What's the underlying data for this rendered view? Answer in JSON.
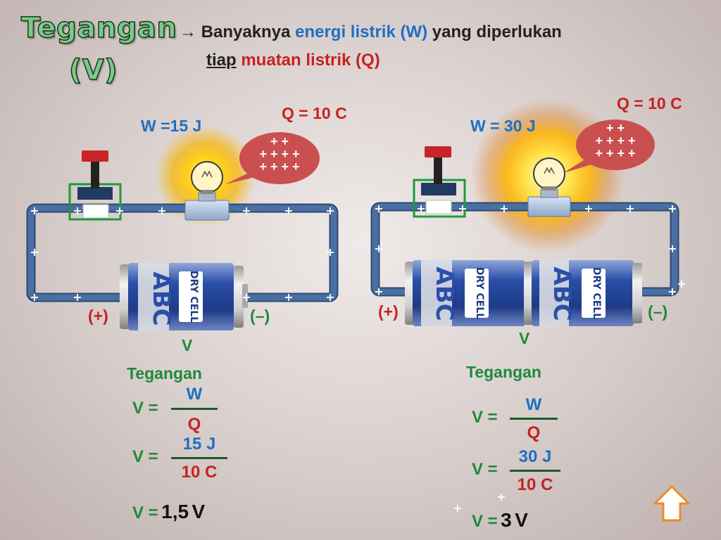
{
  "title": {
    "line1": "Tegangan",
    "line2": "(V)"
  },
  "definition": {
    "arrow": "→",
    "part1": "Banyaknya",
    "part2": "energi listrik (W)",
    "part3": "yang diperlukan",
    "part4": "tiap",
    "part5": "muatan listrik (Q)"
  },
  "left": {
    "w_label": "W =15 J",
    "q_label": "Q = 10 C",
    "bubble_charges": [
      "+ +",
      "+ + + +",
      "+ + + +"
    ],
    "pos_terminal": "(+)",
    "neg_terminal": "(–)",
    "v_label": "V",
    "tegangan": "Tegangan",
    "formula": {
      "lhs": "V =",
      "num": "W",
      "den": "Q"
    },
    "subst": {
      "lhs": "V =",
      "num": "15 J",
      "den": "10 C"
    },
    "result": {
      "lhs": "V =",
      "value": "1,5",
      "unit": "V"
    }
  },
  "right": {
    "w_label": "W = 30 J",
    "q_label": "Q = 10 C",
    "bubble_charges": [
      "+ +",
      "+ + + +",
      "+ + + +"
    ],
    "pos_terminal": "(+)",
    "neg_terminal": "(–)",
    "v_label": "V",
    "tegangan": "Tegangan",
    "formula": {
      "lhs": "V =",
      "num": "W",
      "den": "Q"
    },
    "subst": {
      "lhs": "V =",
      "num": "30 J",
      "den": "10 C"
    },
    "result": {
      "lhs": "V =",
      "value": "3",
      "unit": "V"
    }
  },
  "battery_label": {
    "brand": "ABC",
    "type": "DRY CELL"
  },
  "nav": {
    "icon": "up-arrow-icon"
  },
  "colors": {
    "wire": "#4a6fa3",
    "wire_edge": "#2e4a72",
    "blue_text": "#1f6fc1",
    "red_text": "#c62222",
    "green_text": "#1e8a3a",
    "bubble": "#c9504f",
    "glow": "#ffd21a"
  }
}
